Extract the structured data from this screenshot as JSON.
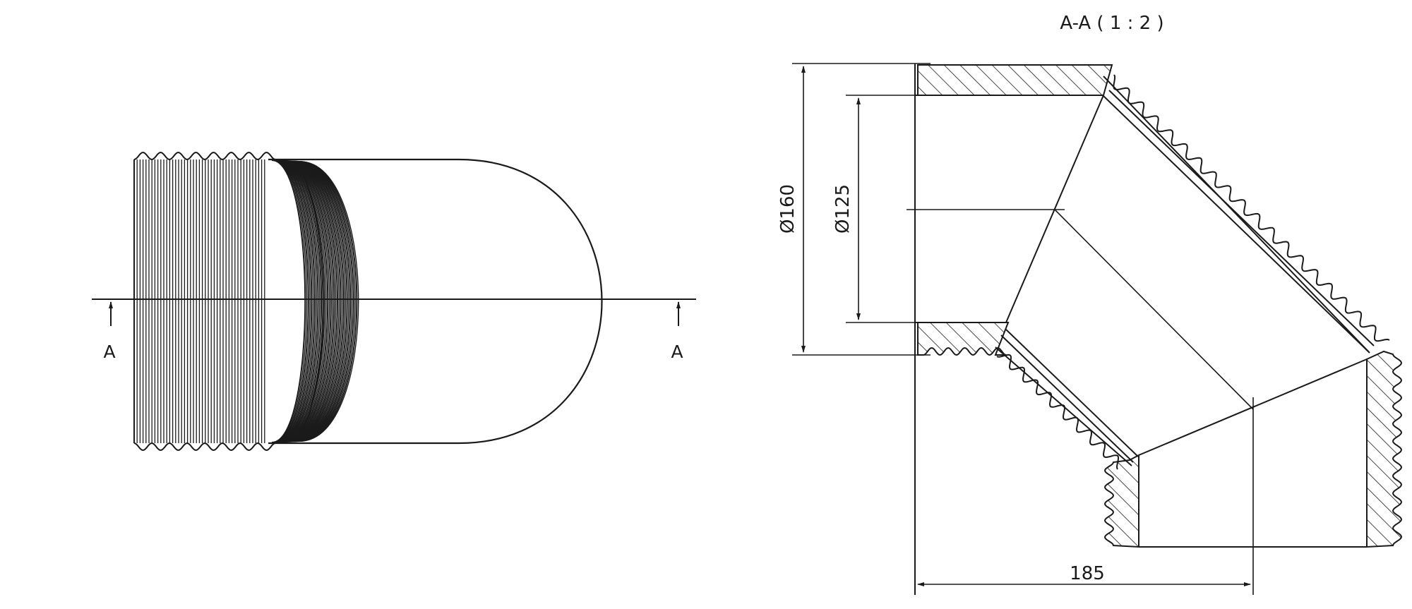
{
  "section_title": "A-A ( 1 : 2 )",
  "section_markers": {
    "left": "A",
    "right": "A"
  },
  "dimensions": {
    "outer_diameter": "Ø160",
    "inner_diameter": "Ø125",
    "length": "185"
  },
  "colors": {
    "line": "#1a1a1a",
    "background": "#ffffff"
  }
}
